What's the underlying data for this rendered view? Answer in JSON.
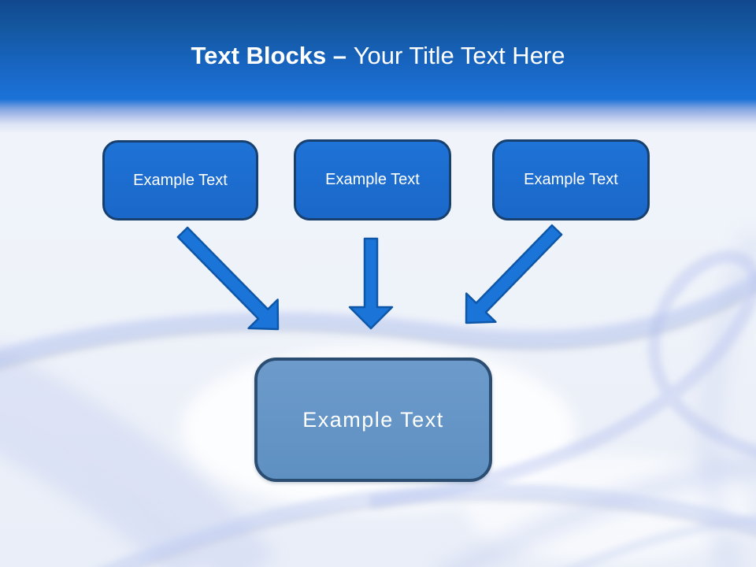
{
  "slide": {
    "header": {
      "title_bold": "Text Blocks –",
      "title_regular": "Your Title Text Here"
    },
    "blocks": {
      "top": [
        {
          "label": "Example Text"
        },
        {
          "label": "Example Text"
        },
        {
          "label": "Example Text"
        }
      ],
      "center": {
        "label": "Example Text"
      }
    },
    "colors": {
      "header_top": "#11488e",
      "header_bright": "#1b72d7",
      "block_fill": "#1c6dd0",
      "block_border": "#17406f",
      "center_block_fill": "#6596c8",
      "center_block_border": "#2b4d72",
      "arrow_fill": "#1b74d8",
      "arrow_border": "#0e57a8",
      "background": "#eef2f9",
      "wave": "#b7c3ec",
      "text": "#ffffff"
    }
  }
}
